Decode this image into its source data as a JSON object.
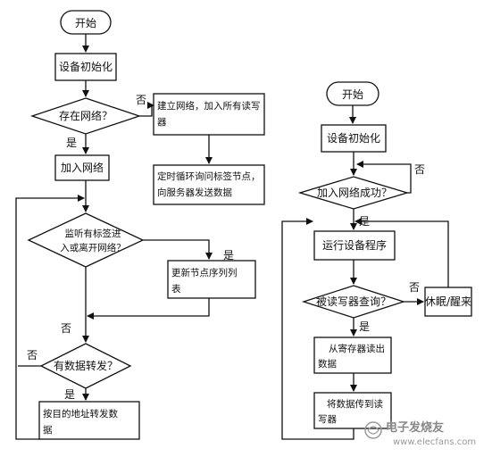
{
  "left": {
    "start": "开始",
    "init": "设备初始化",
    "network_exists": "存在网络？",
    "no_1": "否",
    "create_network_1": "建立网络，加入所有读写",
    "create_network_2": "器",
    "yes_1": "是",
    "join_network": "加入网络",
    "poll_1": "定时循环询问标签节点，",
    "poll_2": "向服务器发送数据",
    "monitor_1": "监听有标签进",
    "monitor_2": "入或离开网络？",
    "yes_2": "是",
    "update_1": "更新节点序列列",
    "update_2": "表",
    "no_2": "否",
    "no_3": "否",
    "forward_q": "有数据转发？",
    "yes_3": "是",
    "forward_1": "按目的地址转发数",
    "forward_2": "据"
  },
  "right": {
    "start": "开始",
    "init": "设备初始化",
    "no_1": "否",
    "join_success": "加入网络成功？",
    "yes_1": "是",
    "run": "运行设备程序",
    "queried": "被读写器查询？",
    "no_2": "否",
    "sleep": "休眠/醒来",
    "yes_2": "是",
    "read_reg_1": "从寄存器读出",
    "read_reg_2": "数据",
    "send_1": "将数据传到读",
    "send_2": "写器"
  },
  "watermark": {
    "title": "电子发烧友",
    "url": "www.elecfans.com"
  }
}
